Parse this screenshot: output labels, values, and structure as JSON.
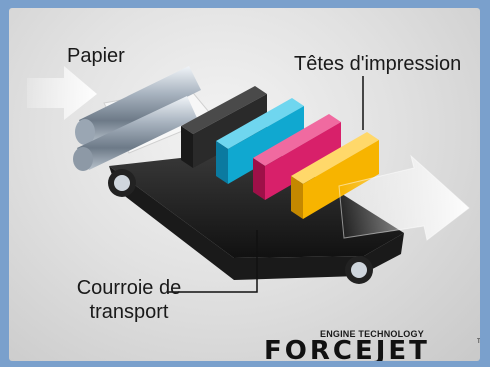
{
  "labels": {
    "paper": "Papier",
    "heads": "Têtes d'impression",
    "belt_line1": "Courroie de",
    "belt_line2": "transport"
  },
  "logo": {
    "tagline": "ENGINE TECHNOLOGY",
    "wordmark": "FORCEJET",
    "tm": "TM"
  },
  "colors": {
    "background": "#7aa0cc",
    "black_head": "#2a2a2a",
    "cyan_head": "#10a8d0",
    "magenta_head": "#d8206a",
    "yellow_head": "#f7b400"
  }
}
